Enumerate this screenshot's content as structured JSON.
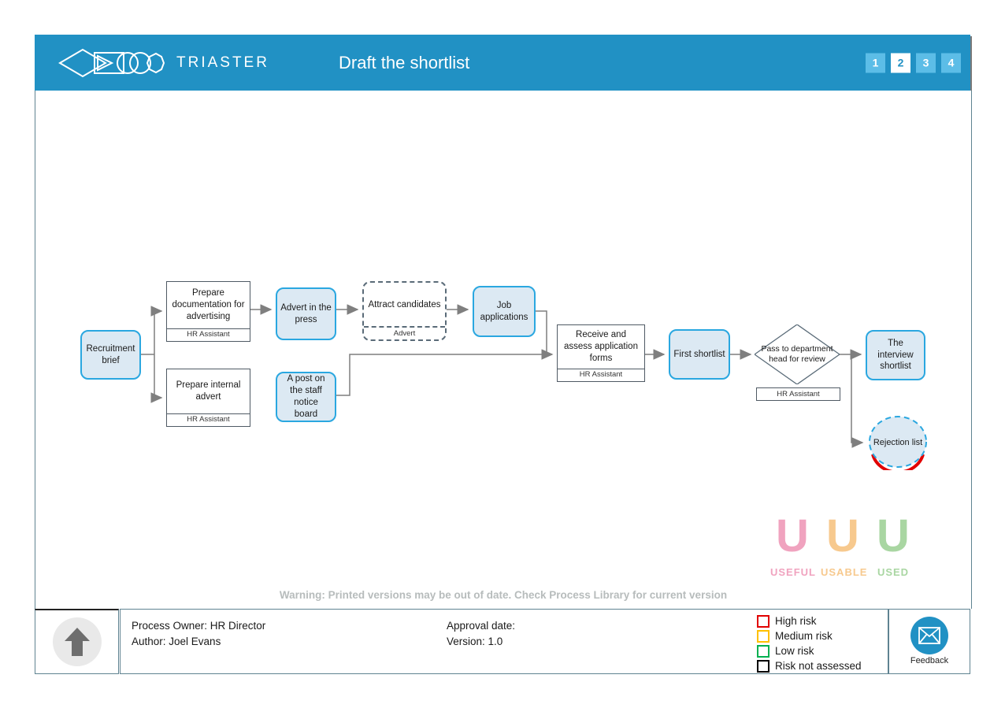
{
  "header": {
    "brand": "TRIASTER",
    "title": "Draft the shortlist",
    "pages": [
      {
        "label": "1",
        "selected": false
      },
      {
        "label": "2",
        "selected": true
      },
      {
        "label": "3",
        "selected": false
      },
      {
        "label": "4",
        "selected": false
      }
    ]
  },
  "diagram": {
    "nodes": {
      "recruitment_brief": {
        "label": "Recruitment brief"
      },
      "prepare_documentation": {
        "label": "Prepare documentation for advertising",
        "role": "HR Assistant"
      },
      "prepare_internal": {
        "label": "Prepare internal advert",
        "role": "HR Assistant"
      },
      "advert_press": {
        "label": "Advert in the press"
      },
      "attract_candidates": {
        "label": "Attract candidates",
        "sublabel": "Advert"
      },
      "job_applications": {
        "label": "Job applications"
      },
      "receive_assess": {
        "label": "Receive and assess application forms",
        "role": "HR Assistant"
      },
      "first_shortlist": {
        "label": "First shortlist"
      },
      "pass_review": {
        "label": "Pass to department head for review",
        "role": "HR Assistant"
      },
      "a_post_notice_board": {
        "label": "A post on the staff notice board"
      },
      "interview_shortlist": {
        "label": "The interview shortlist"
      },
      "rejection_list": {
        "label": "Rejection list"
      }
    },
    "watermark": [
      {
        "letter": "U",
        "label": "USEFUL",
        "color": "#f0a3bf"
      },
      {
        "letter": "U",
        "label": "USABLE",
        "color": "#f7c98e"
      },
      {
        "letter": "U",
        "label": "USED",
        "color": "#a9d6a2"
      }
    ]
  },
  "warning": "Warning: Printed versions may be out of date. Check Process Library for current version",
  "footer": {
    "process_owner": "Process Owner: HR Director",
    "author": "Author: Joel Evans",
    "approval_date": "Approval date:",
    "version": "Version: 1.0",
    "risk_legend": [
      {
        "label": "High risk",
        "color": "#e10000"
      },
      {
        "label": "Medium risk",
        "color": "#ffc000"
      },
      {
        "label": "Low risk",
        "color": "#00b050"
      },
      {
        "label": "Risk not assessed",
        "color": "#000000"
      }
    ],
    "feedback_label": "Feedback"
  },
  "colors": {
    "header_blue": "#2191c4",
    "page_button_blue": "#5cbde7",
    "node_fill": "#dce9f3",
    "node_border": "#2aa7e0",
    "task_border": "#4f5a64",
    "arrow_gray": "#7f7f7f",
    "rejection_accent": "#e10000"
  }
}
